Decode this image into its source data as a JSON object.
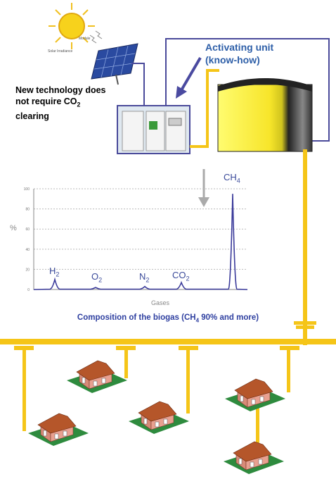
{
  "solar": {
    "module_label": "Module",
    "irradiance_label": "Solar Irradiance"
  },
  "notes": {
    "technology": "New technology does not require CO",
    "technology_sub": "2",
    "technology_tail": " clearing"
  },
  "activating_unit": {
    "line1": "Activating unit",
    "line2": "(know-how)"
  },
  "chart_data": {
    "type": "line",
    "title": "",
    "ylabel": "%",
    "xlabel": "Gases",
    "ylim": [
      0,
      100
    ],
    "yticks": [
      "0",
      "20",
      "40",
      "60",
      "80",
      "100"
    ],
    "peaks": [
      {
        "gas": "H",
        "sub": "2",
        "value": 10
      },
      {
        "gas": "O",
        "sub": "2",
        "value": 2
      },
      {
        "gas": "N",
        "sub": "2",
        "value": 3
      },
      {
        "gas": "CO",
        "sub": "2",
        "value": 7
      },
      {
        "gas": "CH",
        "sub": "4",
        "value": 95
      }
    ]
  },
  "caption": {
    "pre": "Composition of the biogas (CH",
    "sub": "4",
    "post": " 90% and more)"
  },
  "colors": {
    "pipe": "#f5c518",
    "blue_line": "#4a4a9a",
    "grass": "#2e8b3e",
    "roof": "#b5562a",
    "wall": "#e89c8a"
  }
}
